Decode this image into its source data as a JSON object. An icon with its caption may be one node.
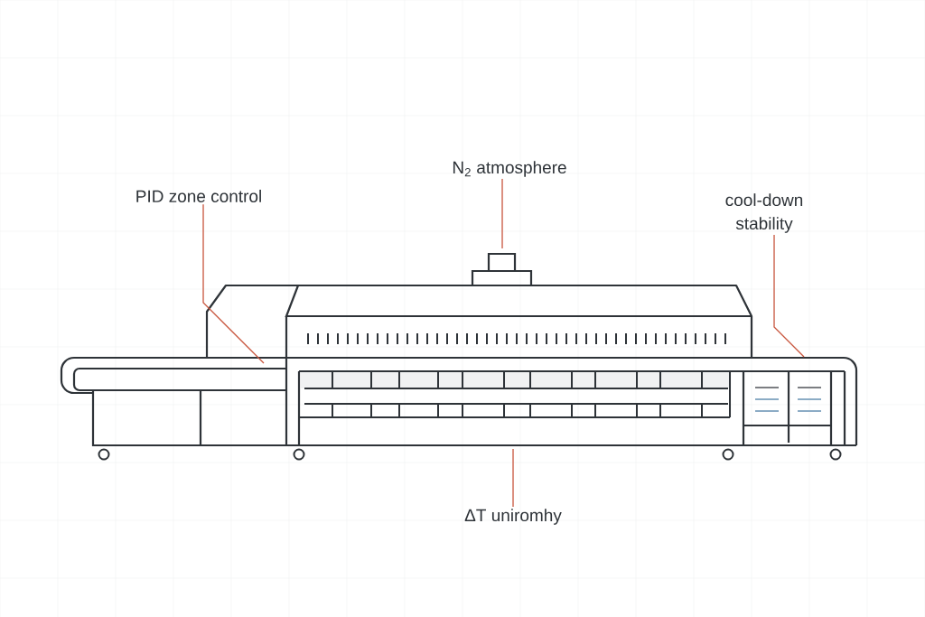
{
  "diagram": {
    "nodes": [
      {
        "text": [
          "N$_{2}$ atmosphere"
        ]
      },
      {
        "text": [
          "PID zone control"
        ]
      },
      {
        "text": [
          "cool-down stability"
        ]
      },
      {
        "text": [
          "ΔT uniromhy"
        ]
      }
    ],
    "edges": [
      {
        "from": 0,
        "to": null,
        "arrow": "none"
      },
      {
        "from": 1,
        "to": null,
        "arrow": "none"
      },
      {
        "from": 2,
        "to": null,
        "arrow": "none"
      },
      {
        "from": 3,
        "to": null,
        "arrow": "none"
      }
    ]
  }
}
